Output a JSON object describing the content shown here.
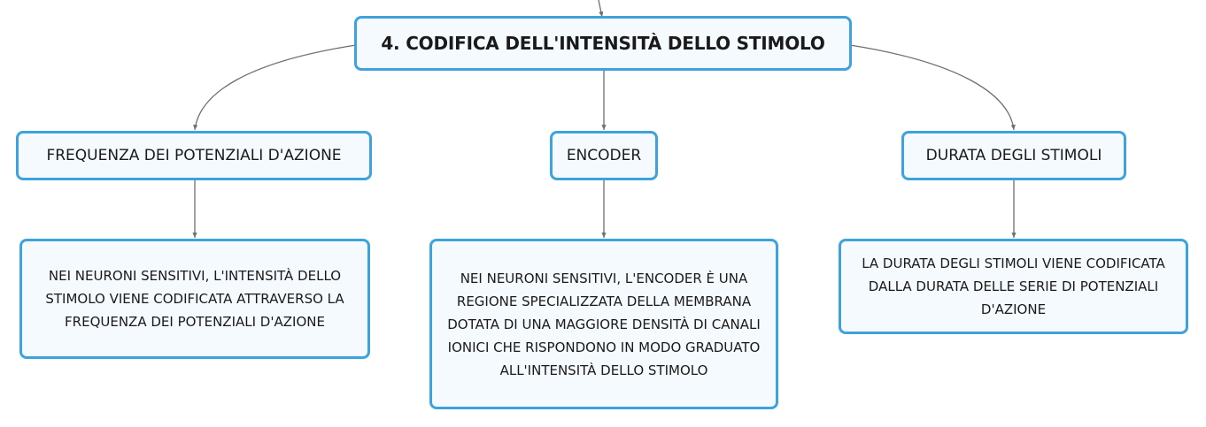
{
  "root": {
    "label": "4. CODIFICA DELL'INTENSITÀ DELLO STIMOLO"
  },
  "topics": [
    {
      "label": "FREQUENZA DEI POTENZIALI D'AZIONE",
      "detail": "NEI NEURONI SENSITIVI, L'INTENSITÀ DELLO STIMOLO VIENE CODIFICATA ATTRAVERSO LA FREQUENZA DEI POTENZIALI D'AZIONE"
    },
    {
      "label": "ENCODER",
      "detail": "NEI NEURONI SENSITIVI, L'ENCODER È UNA REGIONE SPECIALIZZATA DELLA MEMBRANA DOTATA DI UNA MAGGIORE DENSITÀ DI CANALI IONICI CHE RISPONDONO IN MODO GRADUATO ALL'INTENSITÀ DELLO STIMOLO"
    },
    {
      "label": "DURATA DEGLI STIMOLI",
      "detail": "LA DURATA DEGLI STIMOLI VIENE CODIFICATA DALLA DURATA DELLE SERIE DI POTENZIALI D'AZIONE"
    }
  ],
  "colors": {
    "node_border": "#3ea3dc",
    "node_fill": "#f4fafe",
    "connector": "#6e6e6e"
  }
}
